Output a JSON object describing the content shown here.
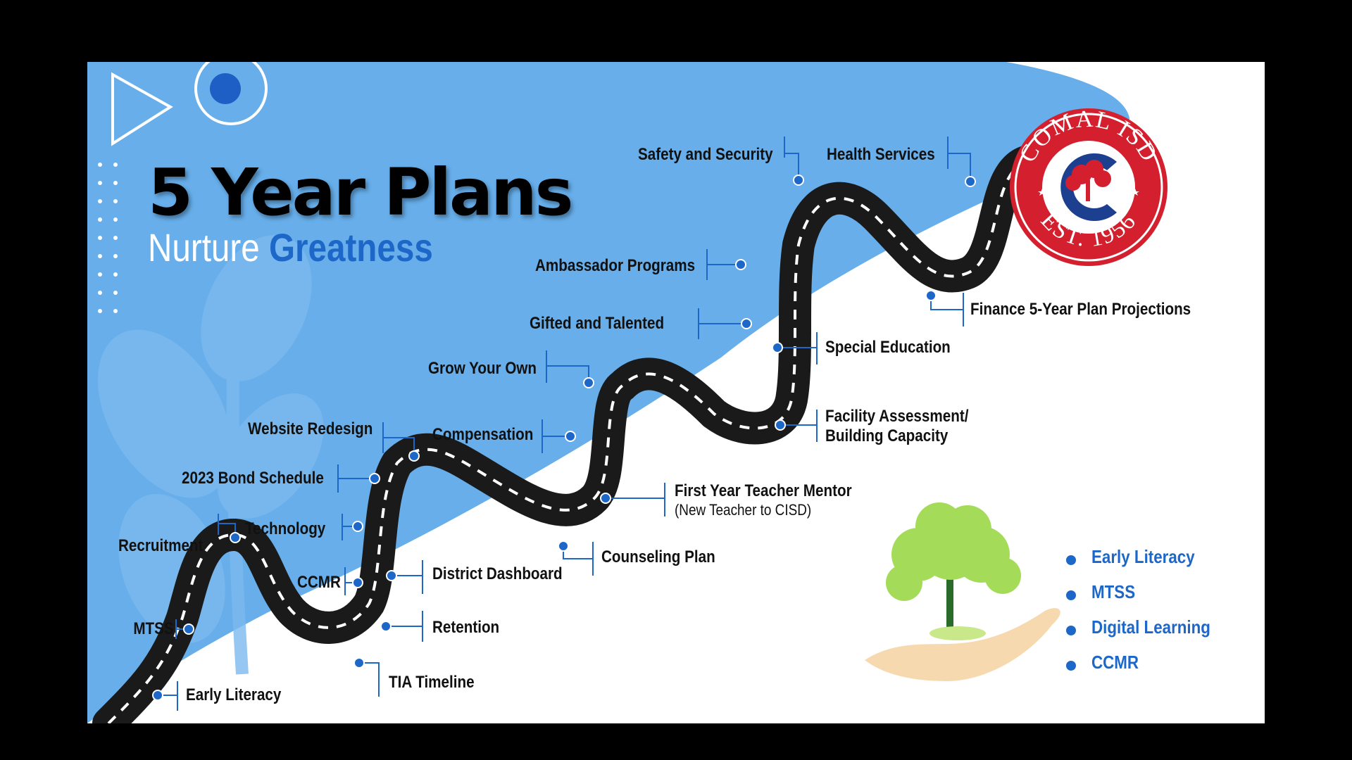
{
  "slide": {
    "title": "5 Year Plans",
    "subtitle_part1": "Nurture",
    "subtitle_part2": "Greatness"
  },
  "logo": {
    "top_text": "COMAL ISD",
    "bottom_text": "EST. 1956",
    "letter": "C"
  },
  "milestones": [
    {
      "id": "early-literacy",
      "label": "Early Literacy"
    },
    {
      "id": "mtss",
      "label": "MTSS"
    },
    {
      "id": "recruitment",
      "label": "Recruitment"
    },
    {
      "id": "tia-timeline",
      "label": "TIA Timeline"
    },
    {
      "id": "ccmr",
      "label": "CCMR"
    },
    {
      "id": "retention",
      "label": "Retention"
    },
    {
      "id": "technology",
      "label": "Technology"
    },
    {
      "id": "district-dashboard",
      "label": "District Dashboard"
    },
    {
      "id": "bond-schedule",
      "label": "2023 Bond Schedule"
    },
    {
      "id": "website-redesign",
      "label": "Website Redesign"
    },
    {
      "id": "counseling-plan",
      "label": "Counseling Plan"
    },
    {
      "id": "first-year-mentor",
      "label": "First Year Teacher Mentor",
      "note": "(New Teacher to CISD)"
    },
    {
      "id": "compensation",
      "label": "Compensation"
    },
    {
      "id": "grow-your-own",
      "label": "Grow Your Own"
    },
    {
      "id": "facility",
      "label": "Facility Assessment/",
      "label2": "Building Capacity"
    },
    {
      "id": "special-education",
      "label": "Special Education"
    },
    {
      "id": "gifted-talented",
      "label": "Gifted and Talented"
    },
    {
      "id": "ambassador",
      "label": "Ambassador Programs"
    },
    {
      "id": "safety",
      "label": "Safety and Security"
    },
    {
      "id": "health",
      "label": "Health Services"
    },
    {
      "id": "finance",
      "label": "Finance 5-Year Plan Projections"
    }
  ],
  "legend": [
    "Early Literacy",
    "MTSS",
    "Digital Learning",
    "CCMR"
  ],
  "colors": {
    "accent": "#1d67c9",
    "panel": "#67aeea",
    "road": "#1a1a1a",
    "logo_red": "#d4202e"
  }
}
